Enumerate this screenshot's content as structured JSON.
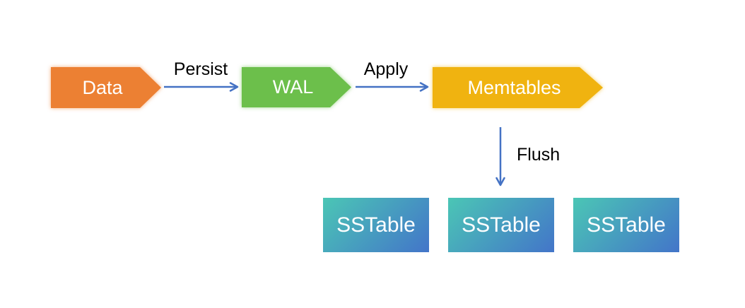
{
  "page": {
    "background": "#ffffff"
  },
  "diagram": {
    "type": "flow",
    "arrow_color": "#4472C4",
    "edge_label_color": "#000000",
    "nodes": {
      "data": {
        "label": "Data",
        "shape": "pentagon-arrow",
        "fill": "#EC8033",
        "text_color": "#ffffff"
      },
      "wal": {
        "label": "WAL",
        "shape": "pentagon-arrow",
        "fill": "#6CBF4B",
        "text_color": "#ffffff"
      },
      "memtables": {
        "label": "Memtables",
        "shape": "pentagon-arrow",
        "fill": "#F0B310",
        "text_color": "#ffffff"
      },
      "sstables": [
        {
          "label": "SSTable"
        },
        {
          "label": "SSTable"
        },
        {
          "label": "SSTable"
        }
      ],
      "sstable_gradient": {
        "from": "#4BC6B5",
        "to": "#4375C9",
        "direction": "top-left to bottom-right"
      }
    },
    "edges": [
      {
        "from": "data",
        "to": "wal",
        "label": "Persist",
        "direction": "right"
      },
      {
        "from": "wal",
        "to": "memtables",
        "label": "Apply",
        "direction": "right"
      },
      {
        "from": "memtables",
        "to": "middle sstable",
        "label": "Flush",
        "direction": "down"
      }
    ]
  }
}
